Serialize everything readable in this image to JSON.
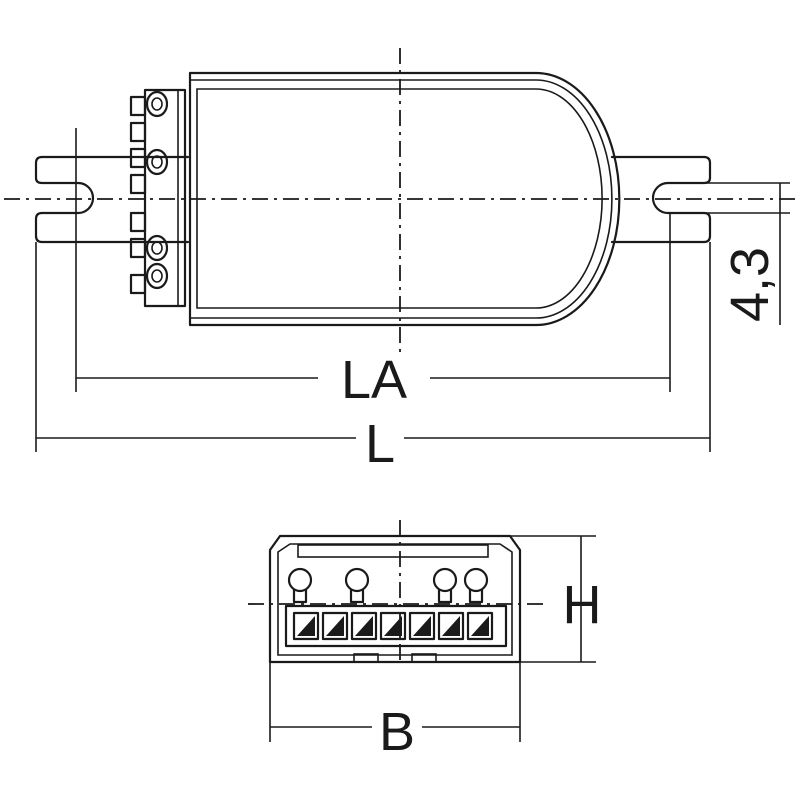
{
  "labels": {
    "la": "LA",
    "l": "L",
    "h": "H",
    "b": "B",
    "hole": "4,3"
  },
  "colors": {
    "line": "#1a1a1a",
    "background": "#ffffff"
  }
}
